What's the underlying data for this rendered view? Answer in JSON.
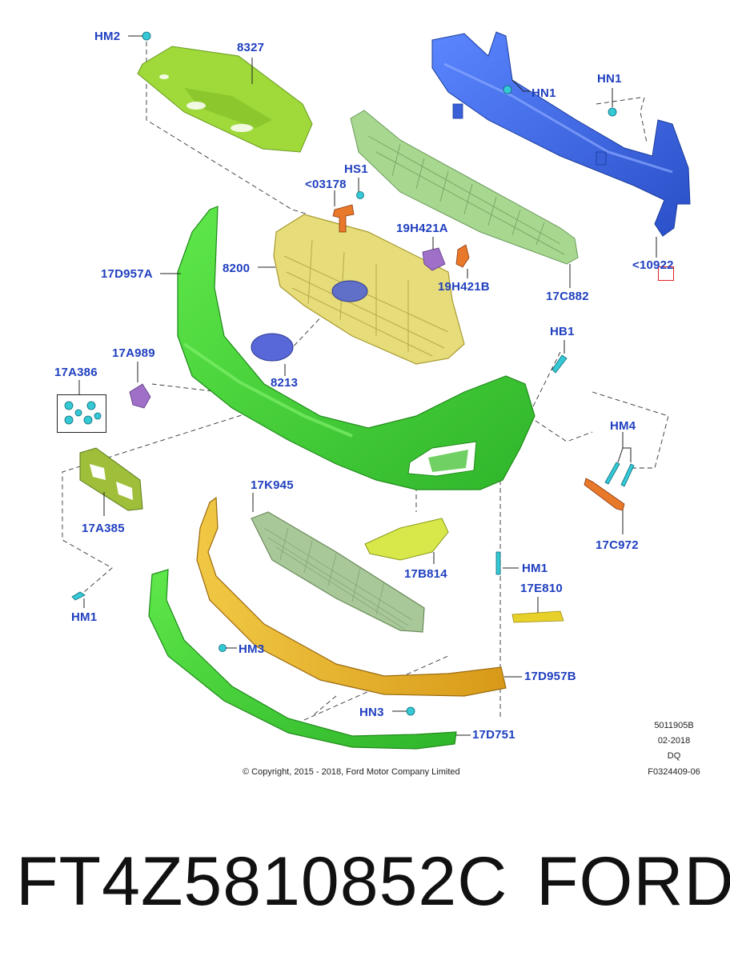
{
  "callouts": {
    "hm2": "HM2",
    "p8327": "8327",
    "hn1_top": "HN1",
    "hn1_upper": "HN1",
    "hs1": "HS1",
    "p03178": "<03178",
    "p19h421a": "19H421A",
    "p8200": "8200",
    "p17d957a": "17D957A",
    "p19h421b": "19H421B",
    "p17c882": "17C882",
    "p10922": "<10922",
    "hb1": "HB1",
    "p17a989": "17A989",
    "p17a386": "17A386",
    "p8213": "8213",
    "hm4": "HM4",
    "p17a385": "17A385",
    "p17k945": "17K945",
    "p17c972": "17C972",
    "p17b814": "17B814",
    "hm1_right": "HM1",
    "p17e810": "17E810",
    "hm1_left": "HM1",
    "hm3": "HM3",
    "p17d957b": "17D957B",
    "hn3": "HN3",
    "p17d751": "17D751"
  },
  "footer": {
    "copyright": "© Copyright, 2015 - 2018, Ford Motor Company Limited",
    "doc_id": "5011905B",
    "date": "02-2018",
    "code": "DQ",
    "figure": "F0324409-06"
  },
  "product": {
    "part_number": "FT4Z5810852C",
    "brand": "FORD"
  },
  "colors": {
    "callout_text": "#1f3fbf",
    "bumper_green": "#4fd83a",
    "reinforcement_blue": "#3a66e0",
    "grille_yellow": "#e6dc7a",
    "lower_lip_gold": "#e8b62a",
    "lattice_green": "#9fd48a",
    "shield_green": "#9fd93a",
    "fastener_cyan": "#35c9d6",
    "bracket_orange": "#e8782a",
    "emblem_blue": "#5868d8",
    "emblem_purple": "#a070c8"
  }
}
